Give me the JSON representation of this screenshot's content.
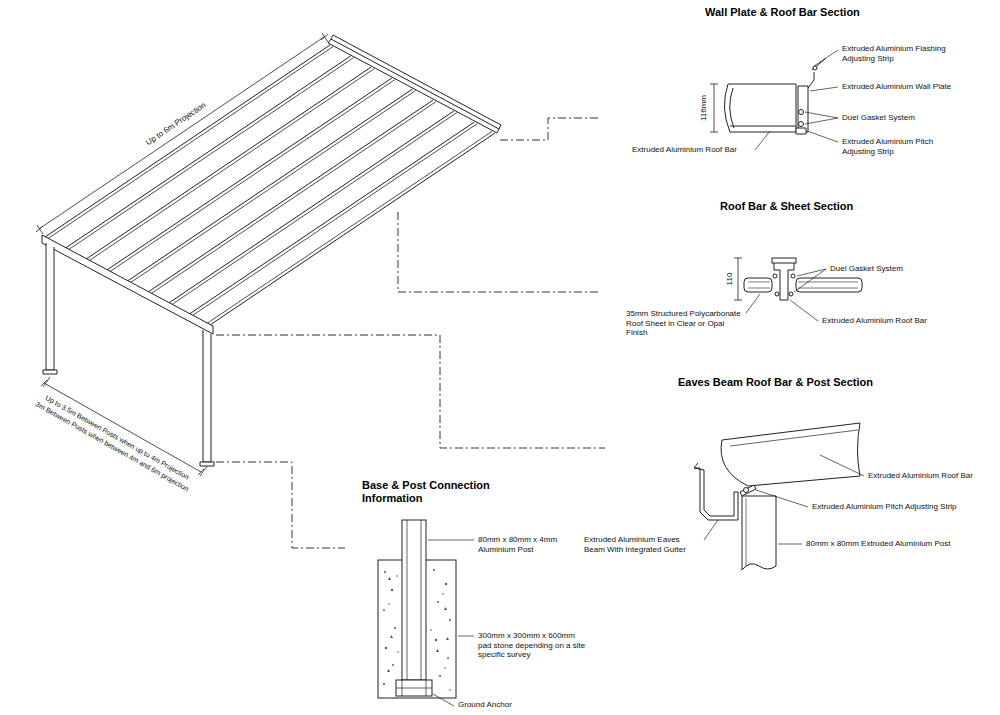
{
  "diagram": {
    "labels": [
      "Wall Plate & Roof Bar Section",
      "Extruded Aluminium Flashing Adjusting Strip",
      "Extruded Aluminium Wall Plate",
      "116mm",
      "Duel Gasket System",
      "Extruded Aluminium Pitch Adjusting Strip",
      "Extruded Aluminium Roof Bar",
      "Up to 6m Projection",
      "Roof Bar & Sheet Section",
      "110",
      "Duel Gasket System",
      "35mm Structured Polycarbonate Roof Sheet in Clear or Opal Finish",
      "Extruded Aluminium Roof Bar",
      "Up to 3.5m Between Posts when up to 4m Projection",
      "3m Between Posts when between 4m and 6m projection",
      "Eaves Beam Roof Bar & Post Section",
      "Extruded Aluminium Roof Bar",
      "Extruded Aluminium Pitch Adjusting Strip",
      "Extruded Aluminium Eaves Beam With Integrated Gutter",
      "80mm x 80mm Extruded Aluminium Post",
      "Base & Post Connection Information",
      "80mm x 80mm x 4mm Aluminium Post",
      "300mm x 300mm x 600mm pad stone depending on a site specific survey",
      "Ground Anchor"
    ]
  }
}
